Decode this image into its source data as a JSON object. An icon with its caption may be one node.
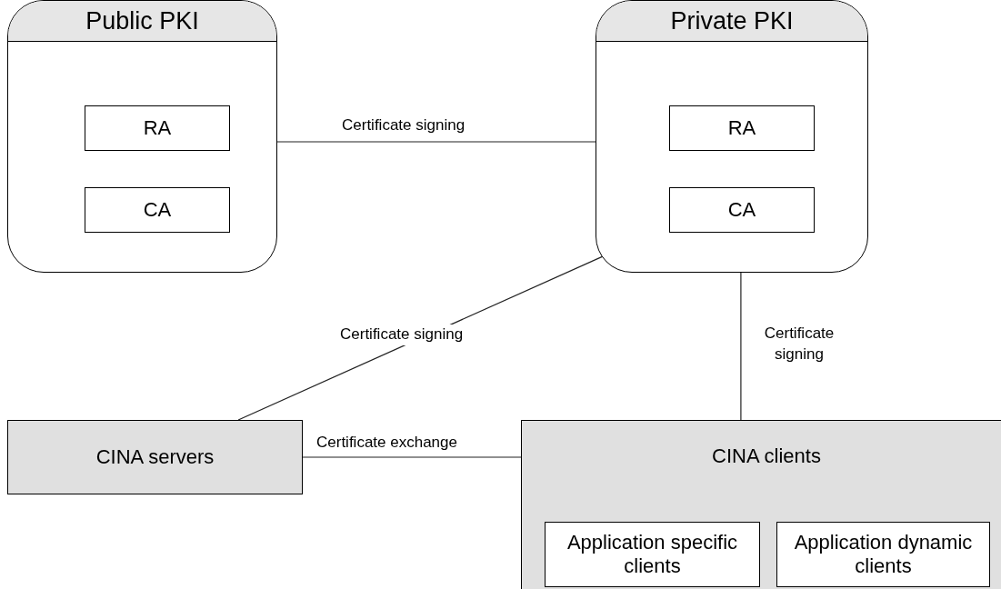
{
  "diagram": {
    "nodes": [
      {
        "text": [
          "Public PKI"
        ]
      },
      {
        "text": [
          "RA"
        ],
        "in": 0
      },
      {
        "text": [
          "CA"
        ],
        "in": 0
      },
      {
        "text": [
          "Private PKI"
        ]
      },
      {
        "text": [
          "RA"
        ],
        "in": 3
      },
      {
        "text": [
          "CA"
        ],
        "in": 3
      },
      {
        "text": [
          "CINA servers"
        ]
      },
      {
        "text": [
          "CINA clients"
        ]
      },
      {
        "text": [
          "Application specific clients"
        ],
        "in": 7
      },
      {
        "text": [
          "Application dynamic clients"
        ],
        "in": 7
      }
    ],
    "edges": [
      {
        "from": 0,
        "to": 3,
        "arrow": "none",
        "label": "Certificate signing"
      },
      {
        "from": 3,
        "to": 6,
        "arrow": "none",
        "label": "Certificate signing"
      },
      {
        "from": 3,
        "to": 7,
        "arrow": "none",
        "label": "Certificate signing"
      },
      {
        "from": 6,
        "to": 7,
        "arrow": "none",
        "label": "Certificate exchange"
      }
    ]
  }
}
